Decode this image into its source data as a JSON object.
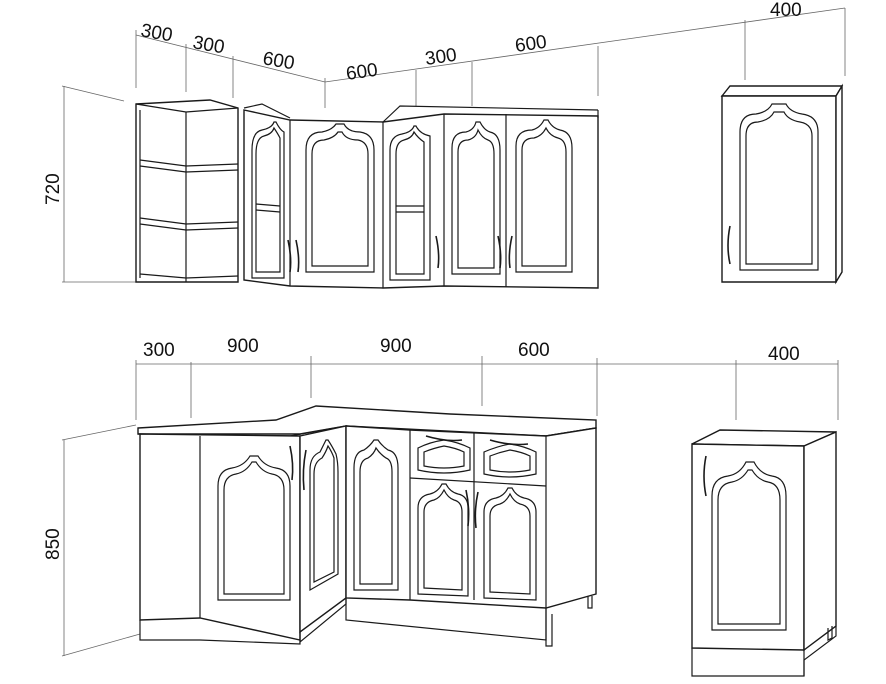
{
  "upper_run": {
    "dims": [
      "300",
      "300",
      "600",
      "600",
      "300",
      "600"
    ],
    "height": "720"
  },
  "upper_single": {
    "width": "400"
  },
  "lower_run": {
    "dims": [
      "300",
      "900",
      "900",
      "600"
    ],
    "height": "850"
  },
  "lower_single": {
    "width": "400"
  },
  "colors": {
    "line": "#1a1a1a",
    "background": "#ffffff"
  }
}
